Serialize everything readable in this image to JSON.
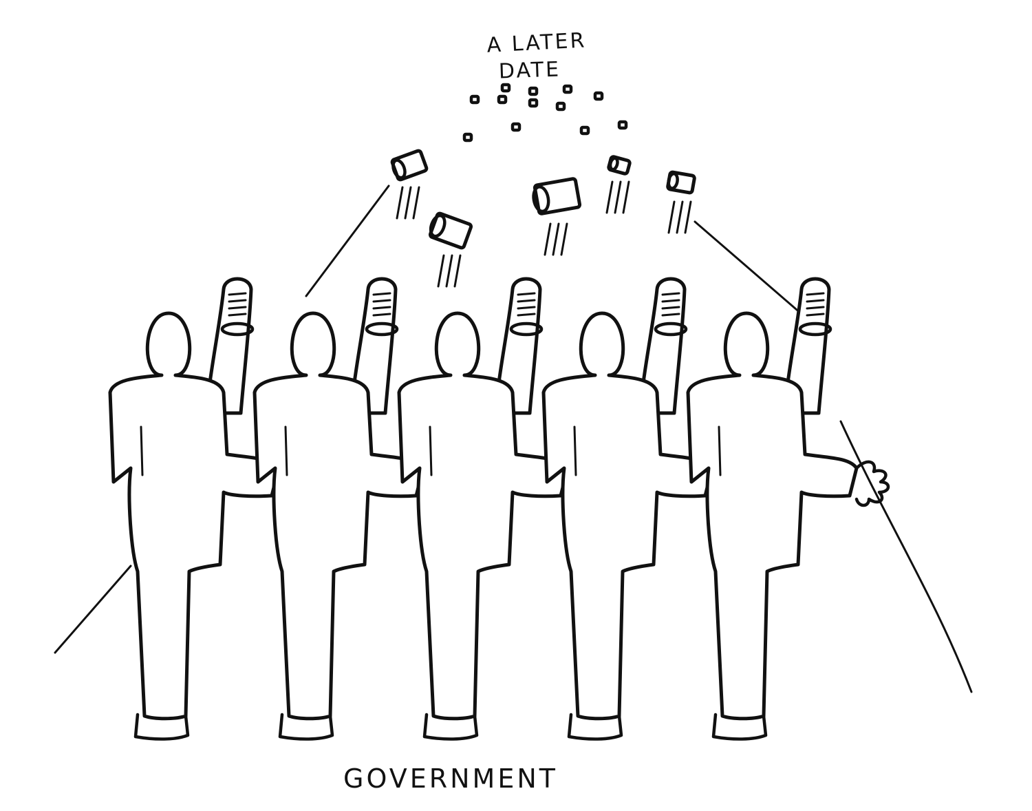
{
  "labels": {
    "destination_line1": "A LATER",
    "destination_line2": "DATE",
    "crowd": "GOVERNMENT"
  },
  "colors": {
    "ink": "#111111",
    "paper": "#ffffff"
  },
  "scene": {
    "figure_count": 5,
    "kicked_can_count": 5
  }
}
